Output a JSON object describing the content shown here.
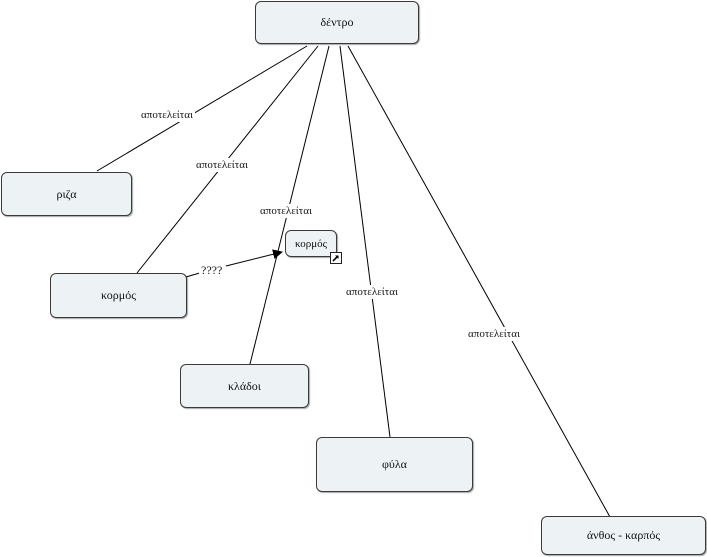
{
  "concepts": {
    "tree": "δέντρο",
    "root": "ριζα",
    "trunk": "κορμός",
    "trunk_ref": "κορμός",
    "branches": "κλάδοι",
    "leaves": "φύλα",
    "flower_fruit": "άνθος - καρπός"
  },
  "linking_phrases": {
    "root": "αποτελείται",
    "trunk": "αποτελείται",
    "branches": "αποτελείται",
    "leaves": "αποτελείται",
    "flower_fruit": "αποτελείται",
    "question": "????"
  },
  "icons": {
    "concept_link": "external-link-icon"
  }
}
